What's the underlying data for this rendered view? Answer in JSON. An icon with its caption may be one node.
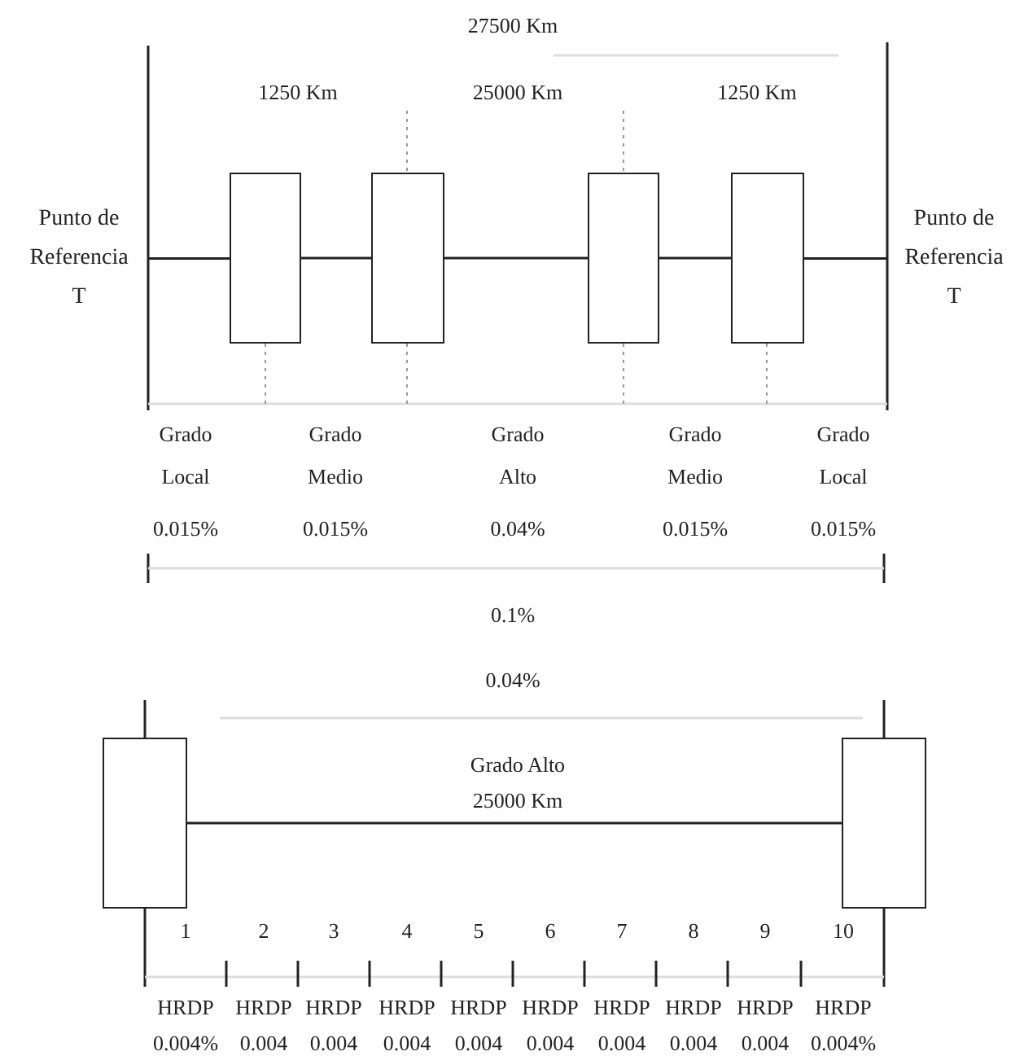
{
  "diagram": {
    "nodes": [
      {
        "text": [
          "Punto de Referencia T"
        ]
      },
      {
        "text": [],
        "shape": "box"
      },
      {
        "text": [],
        "shape": "box"
      },
      {
        "text": [],
        "shape": "box"
      },
      {
        "text": [],
        "shape": "box"
      },
      {
        "text": [
          "Punto de Referencia T"
        ]
      },
      {
        "text": [],
        "shape": "box"
      },
      {
        "text": [],
        "shape": "box"
      }
    ],
    "edges": [
      {
        "from": 0,
        "to": 1,
        "arrow": "none"
      },
      {
        "from": 1,
        "to": 2,
        "arrow": "none"
      },
      {
        "from": 2,
        "to": 3,
        "arrow": "none"
      },
      {
        "from": 3,
        "to": 4,
        "arrow": "none"
      },
      {
        "from": 4,
        "to": 5,
        "arrow": "none"
      },
      {
        "from": 6,
        "to": 7,
        "arrow": "none"
      }
    ],
    "labels": [
      "27500 Km",
      "1250 Km",
      "25000 Km",
      "1250 Km",
      "Grado Local",
      "Grado Medio",
      "Grado Alto",
      "Grado Medio",
      "Grado Local",
      "0.015%",
      "0.015%",
      "0.04%",
      "0.015%",
      "0.015%",
      "0.1%",
      "0.04%",
      "Grado Alto",
      "25000 Km",
      "1",
      "2",
      "3",
      "4",
      "5",
      "6",
      "7",
      "8",
      "9",
      "10",
      "HRDP",
      "HRDP",
      "HRDP",
      "HRDP",
      "HRDP",
      "HRDP",
      "HRDP",
      "HRDP",
      "HRDP",
      "HRDP",
      "0.004%",
      "0.004",
      "0.004",
      "0.004",
      "0.004",
      "0.004",
      "0.004",
      "0.004",
      "0.004",
      "0.004%"
    ]
  }
}
